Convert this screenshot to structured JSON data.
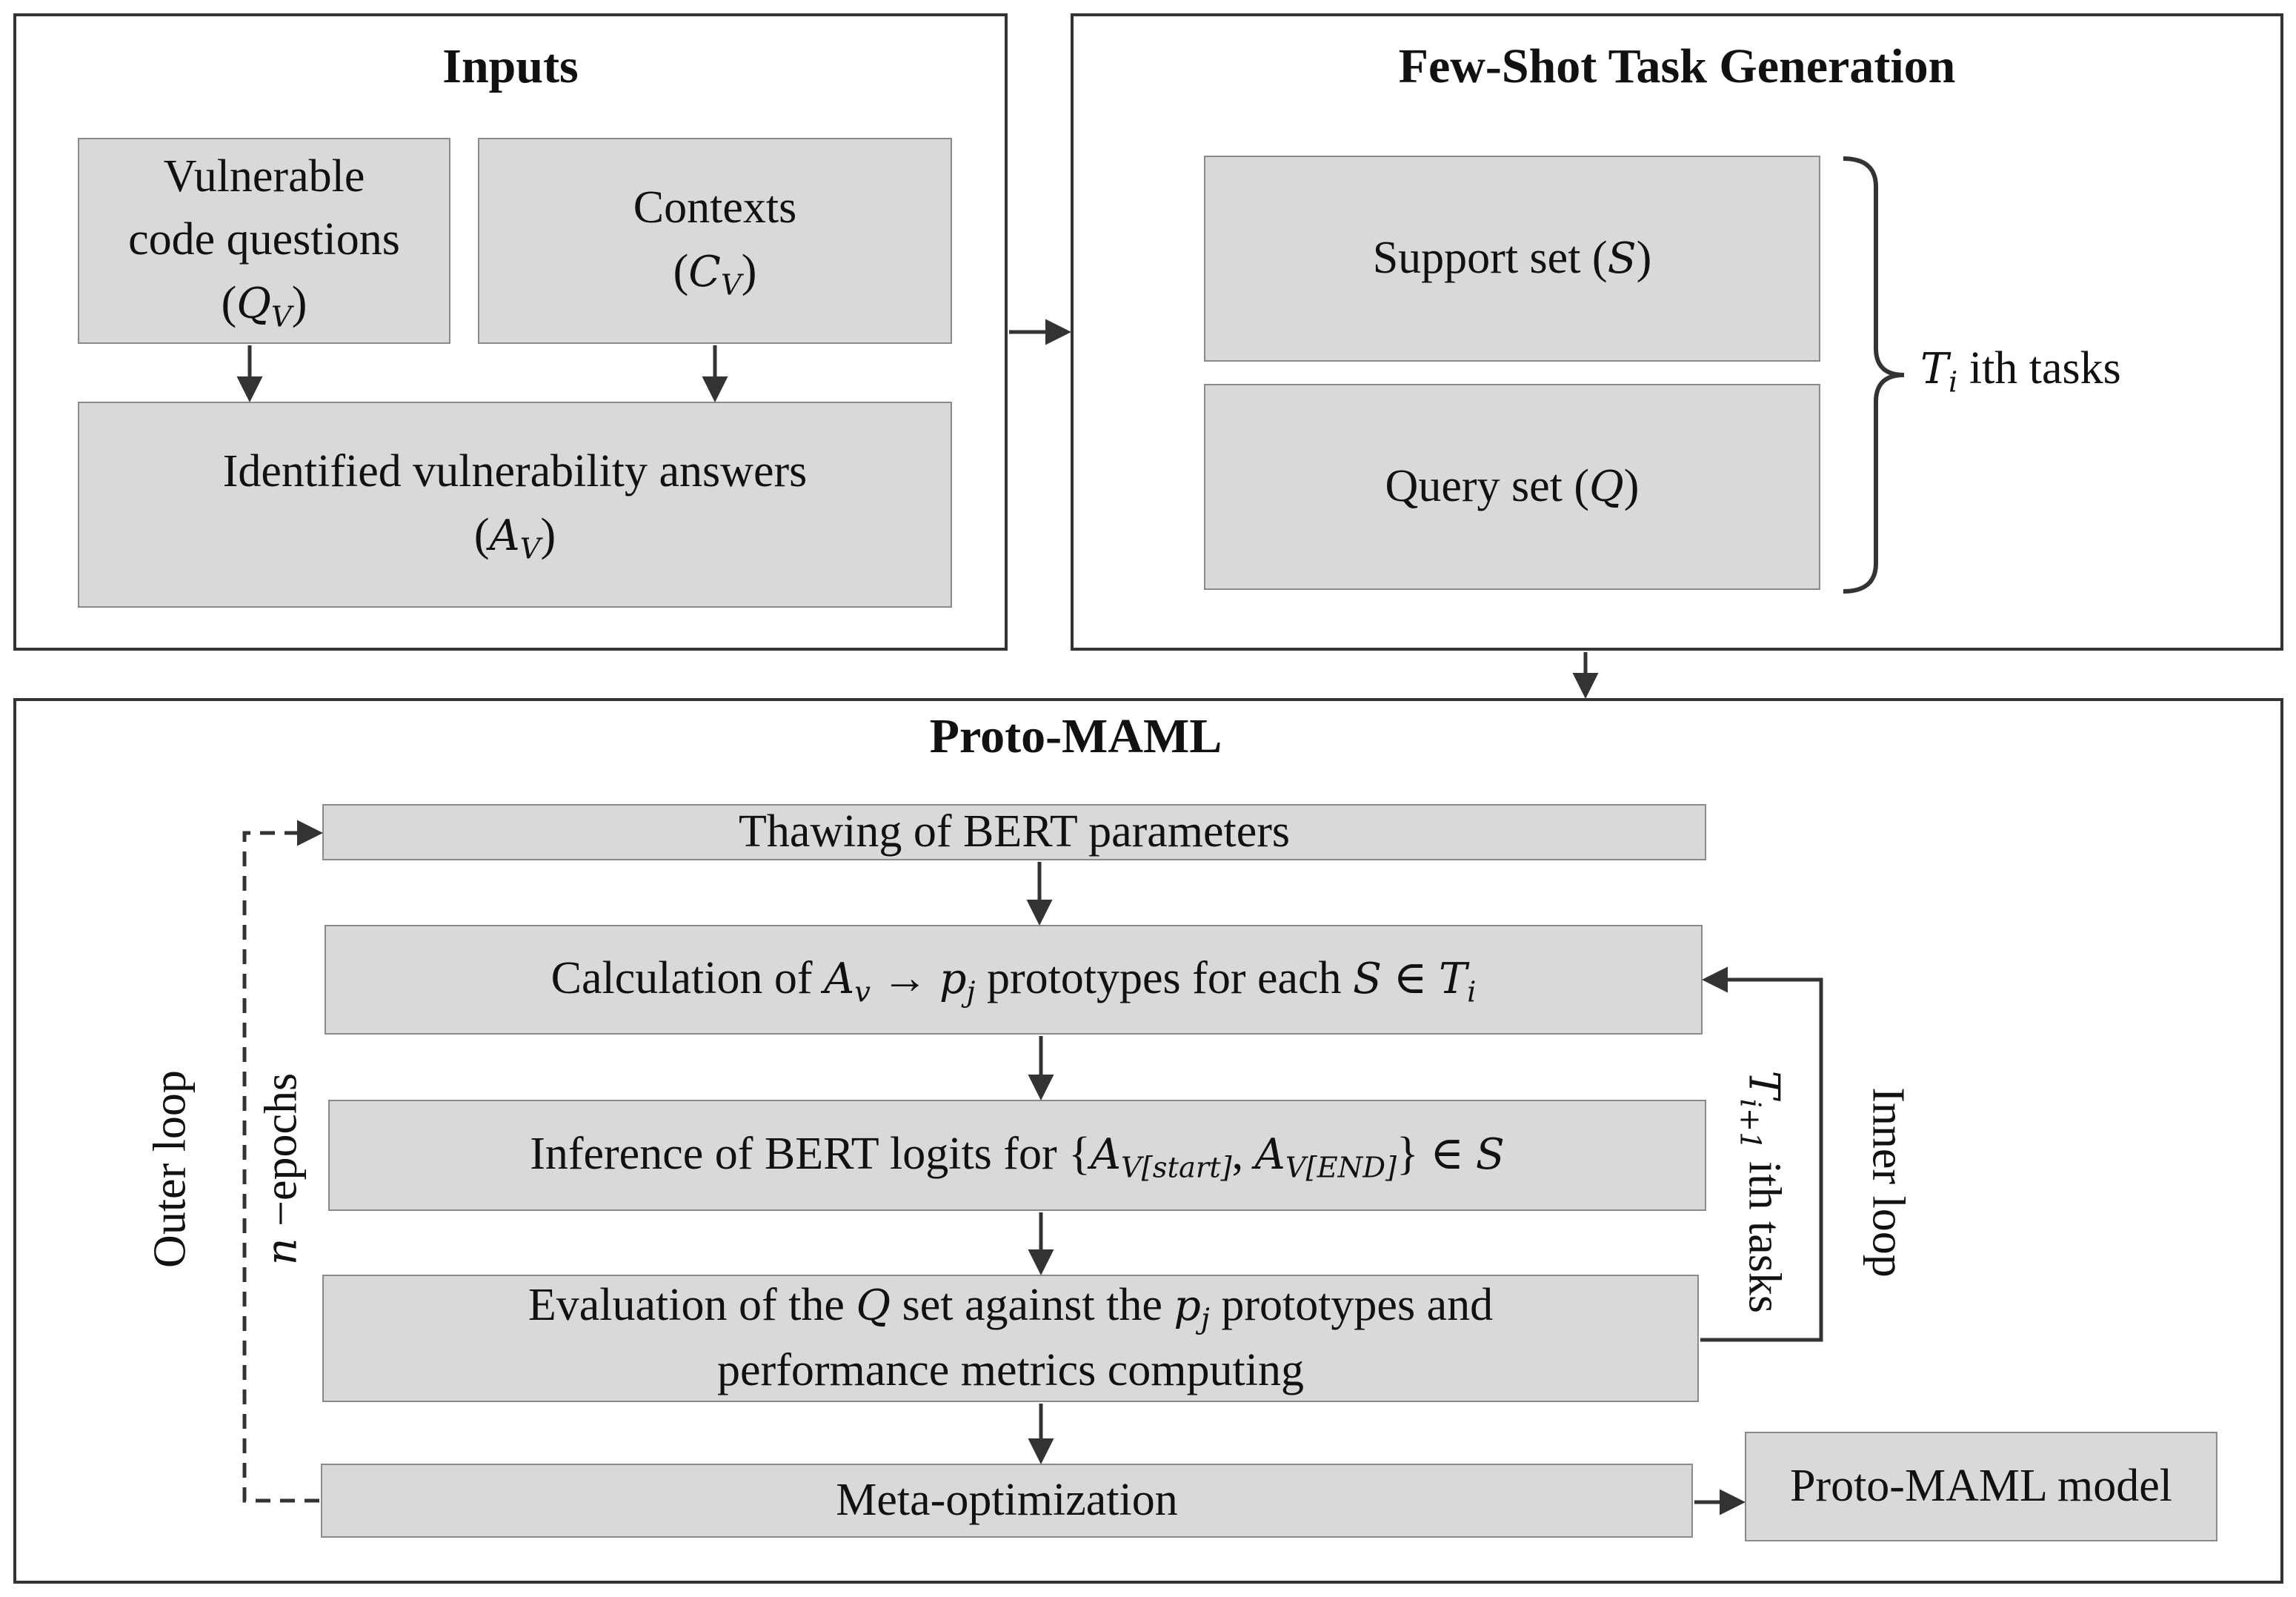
{
  "inputs_panel": {
    "title": "Inputs",
    "questions_line1": "Vulnerable",
    "questions_line2": "code questions",
    "questions_sym": "Q",
    "questions_sub": "V",
    "contexts_label": "Contexts",
    "contexts_sym": "C",
    "contexts_sub": "V",
    "answers_label": "Identified vulnerability answers",
    "answers_sym": "A",
    "answers_sub": "V"
  },
  "task_panel": {
    "title": "Few-Shot Task Generation",
    "support_label": "Support set (",
    "support_sym": "S",
    "query_label": "Query set (",
    "query_sym": "Q",
    "tasks_sym": "T",
    "tasks_sub": "i",
    "tasks_label": " ith tasks"
  },
  "proto_panel": {
    "title": "Proto-MAML",
    "thaw_label": "Thawing of BERT parameters",
    "calc_prefix": "Calculation of ",
    "calc_av": "A",
    "calc_av_sub": "v",
    "calc_arrow": " → ",
    "calc_p": "p",
    "calc_p_sub": "j",
    "calc_mid": " prototypes for each ",
    "calc_s": "S",
    "calc_in": " ∈ ",
    "calc_t": "T",
    "calc_t_sub": "i",
    "infer_prefix": "Inference of BERT logits for ",
    "infer_open": "{",
    "infer_a1": "A",
    "infer_a1_sub": "V[start]",
    "infer_comma": ", ",
    "infer_a2": "A",
    "infer_a2_sub": "V[END]",
    "infer_close": "} ∈ ",
    "infer_s": "S",
    "eval_prefix": "Evaluation of the ",
    "eval_q": "Q",
    "eval_mid": " set against the ",
    "eval_p": "p",
    "eval_p_sub": "j",
    "eval_suffix": " prototypes and",
    "eval_line2": "performance metrics computing",
    "meta_label": "Meta-optimization",
    "model_label": "Proto-MAML model",
    "outer_loop": "Outer loop",
    "epochs_sym": "n",
    "epochs_label": " −epochs",
    "inner_loop": "Inner loop",
    "inner_tasks_sym": "T",
    "inner_tasks_sub": "i+1",
    "inner_tasks_label": " ith tasks"
  }
}
